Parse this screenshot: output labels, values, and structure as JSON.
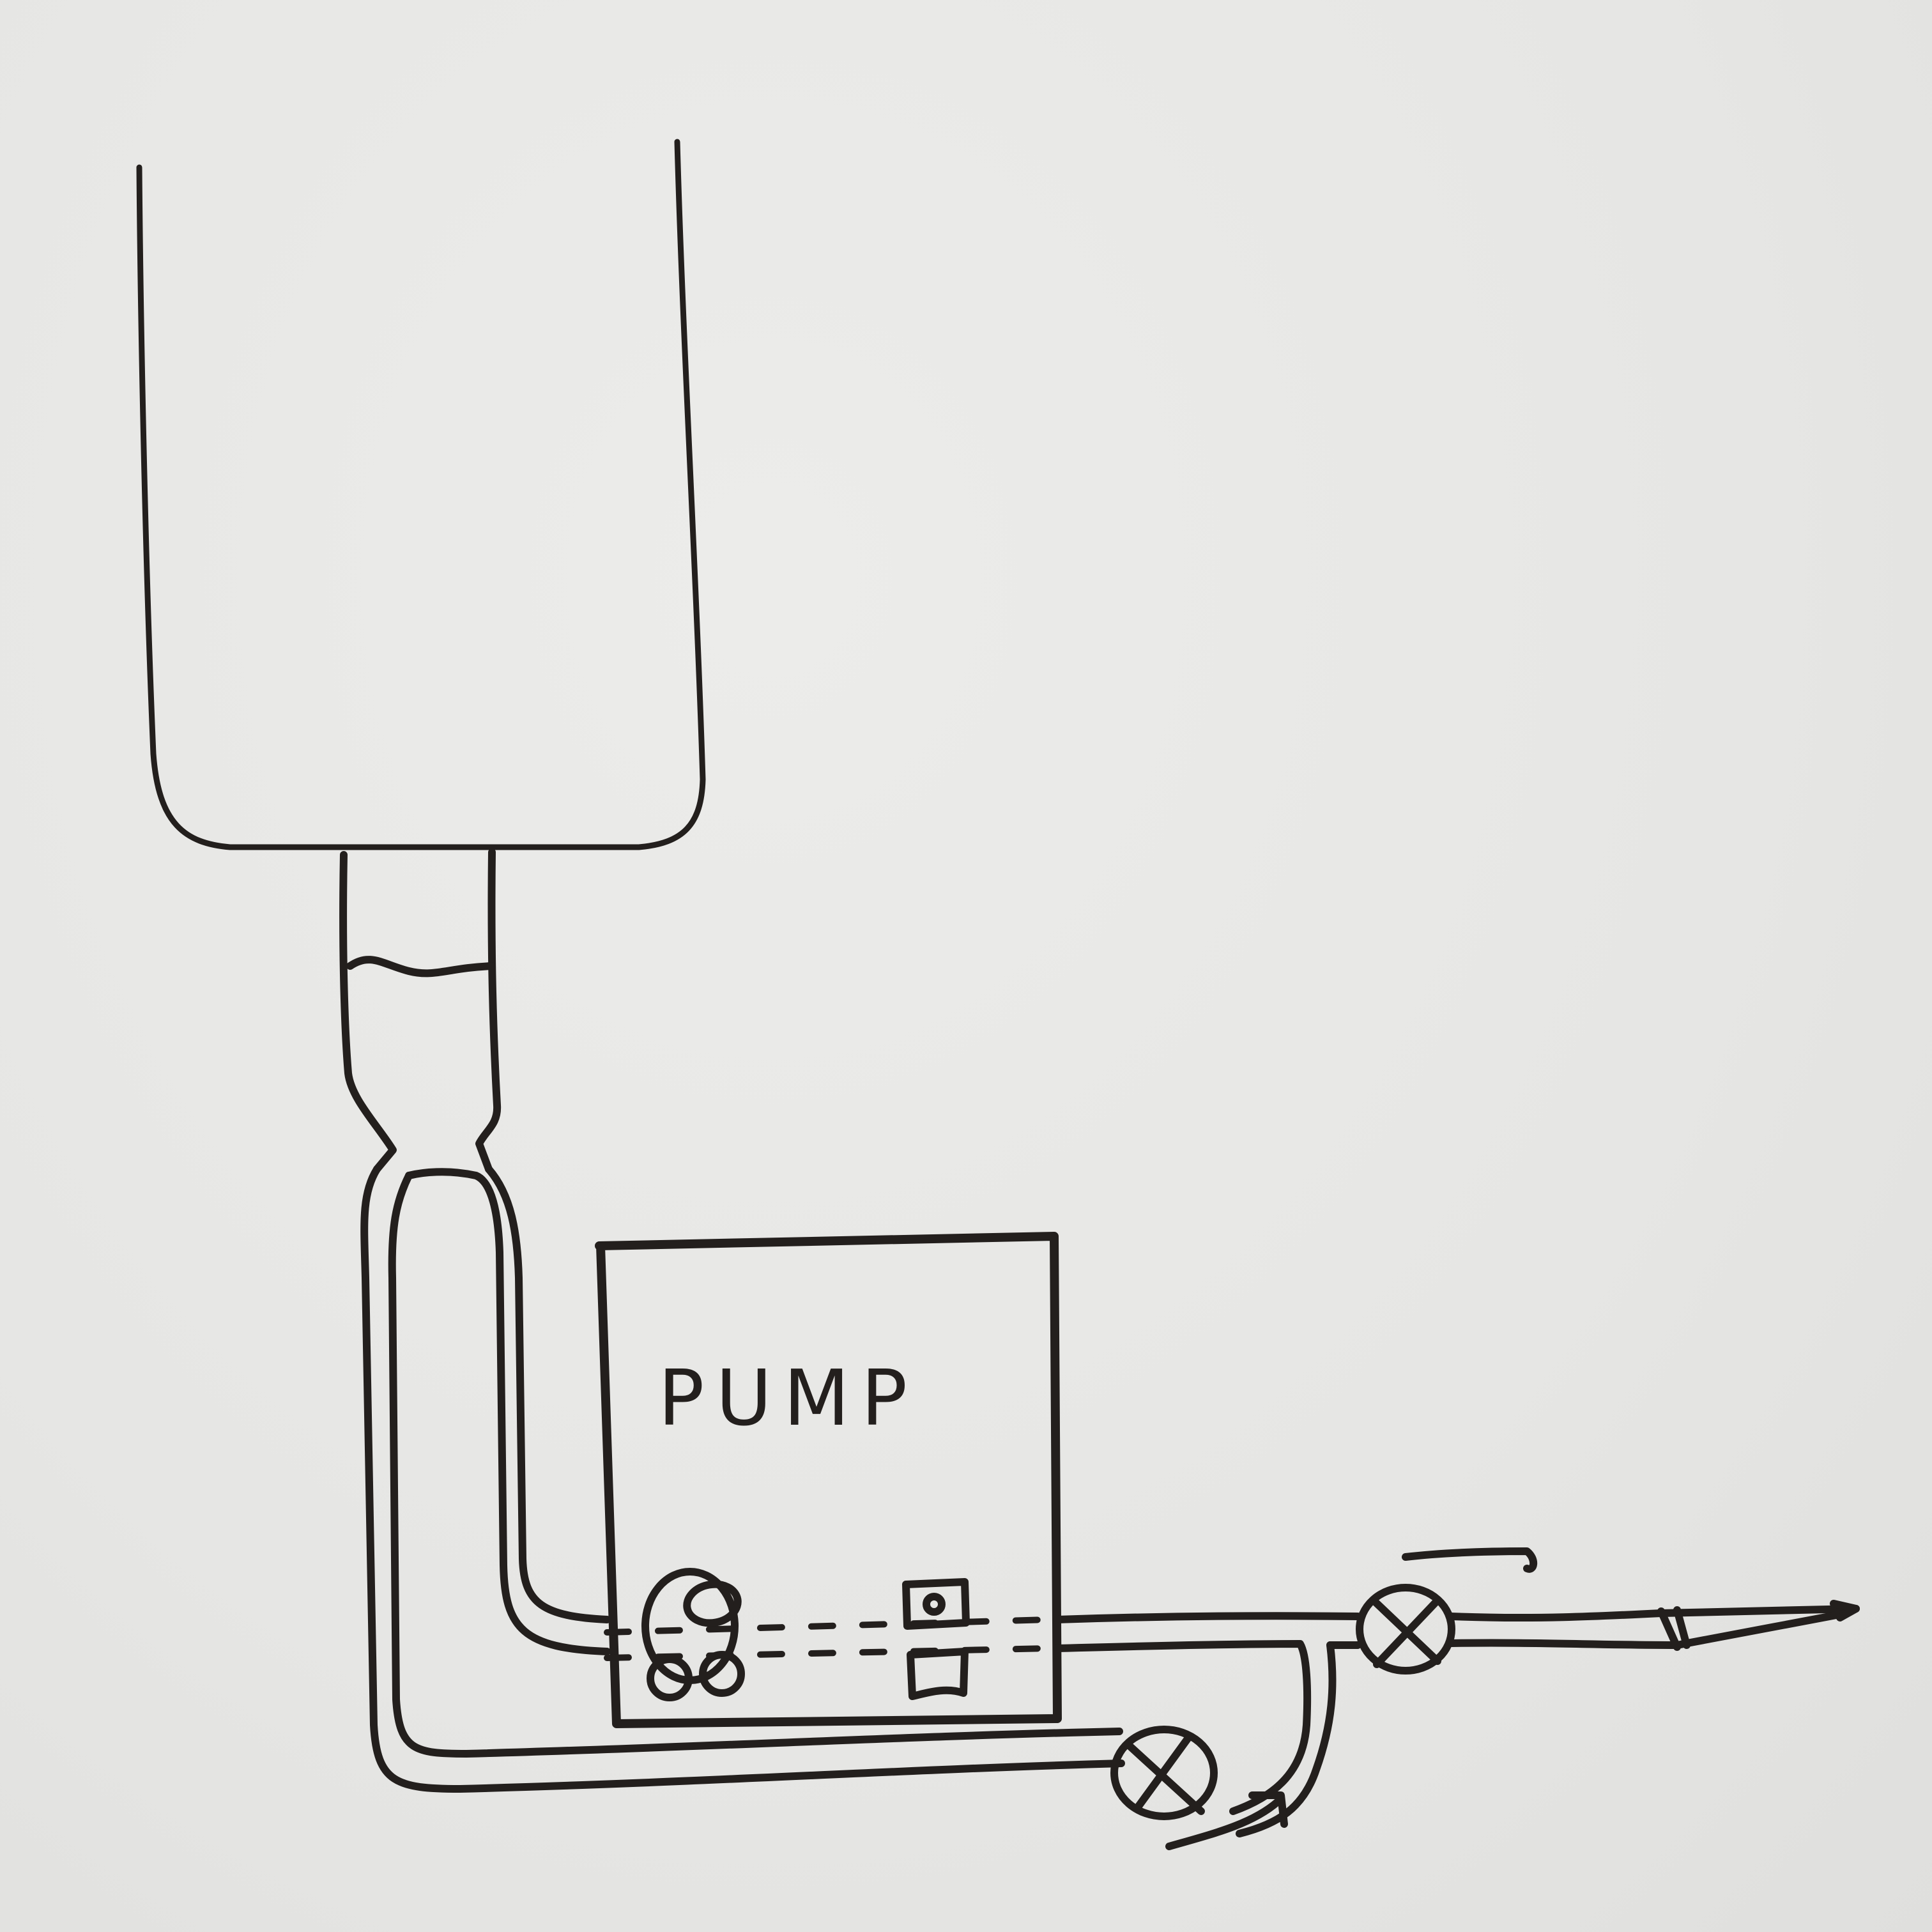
{
  "diagram": {
    "type": "hand-drawn schematic",
    "colors": {
      "paper": "#e8e8e6",
      "ink": "#231f1d"
    },
    "components": {
      "reservoir": {
        "name": "reservoir-bag",
        "shape": "open-top rounded container"
      },
      "drip_chamber": {
        "name": "drip-chamber",
        "fluid_level_line": true
      },
      "tubing_split": {
        "name": "y-split",
        "branches": 2
      },
      "pump": {
        "label": "PUMP",
        "features": [
          "roller-head-with-3-rollers",
          "sensor-window-top",
          "sensor-window-bottom"
        ]
      },
      "valve_upper": {
        "name": "valve-upper",
        "symbol": "⊗"
      },
      "valve_lower": {
        "name": "valve-lower",
        "symbol": "⊗"
      },
      "nozzle": {
        "name": "output-nozzle",
        "band": true
      }
    },
    "flow_arrows": [
      {
        "name": "flow-arrow-upper",
        "direction": "right"
      },
      {
        "name": "flow-arrow-lower",
        "direction": "up-right"
      }
    ]
  }
}
